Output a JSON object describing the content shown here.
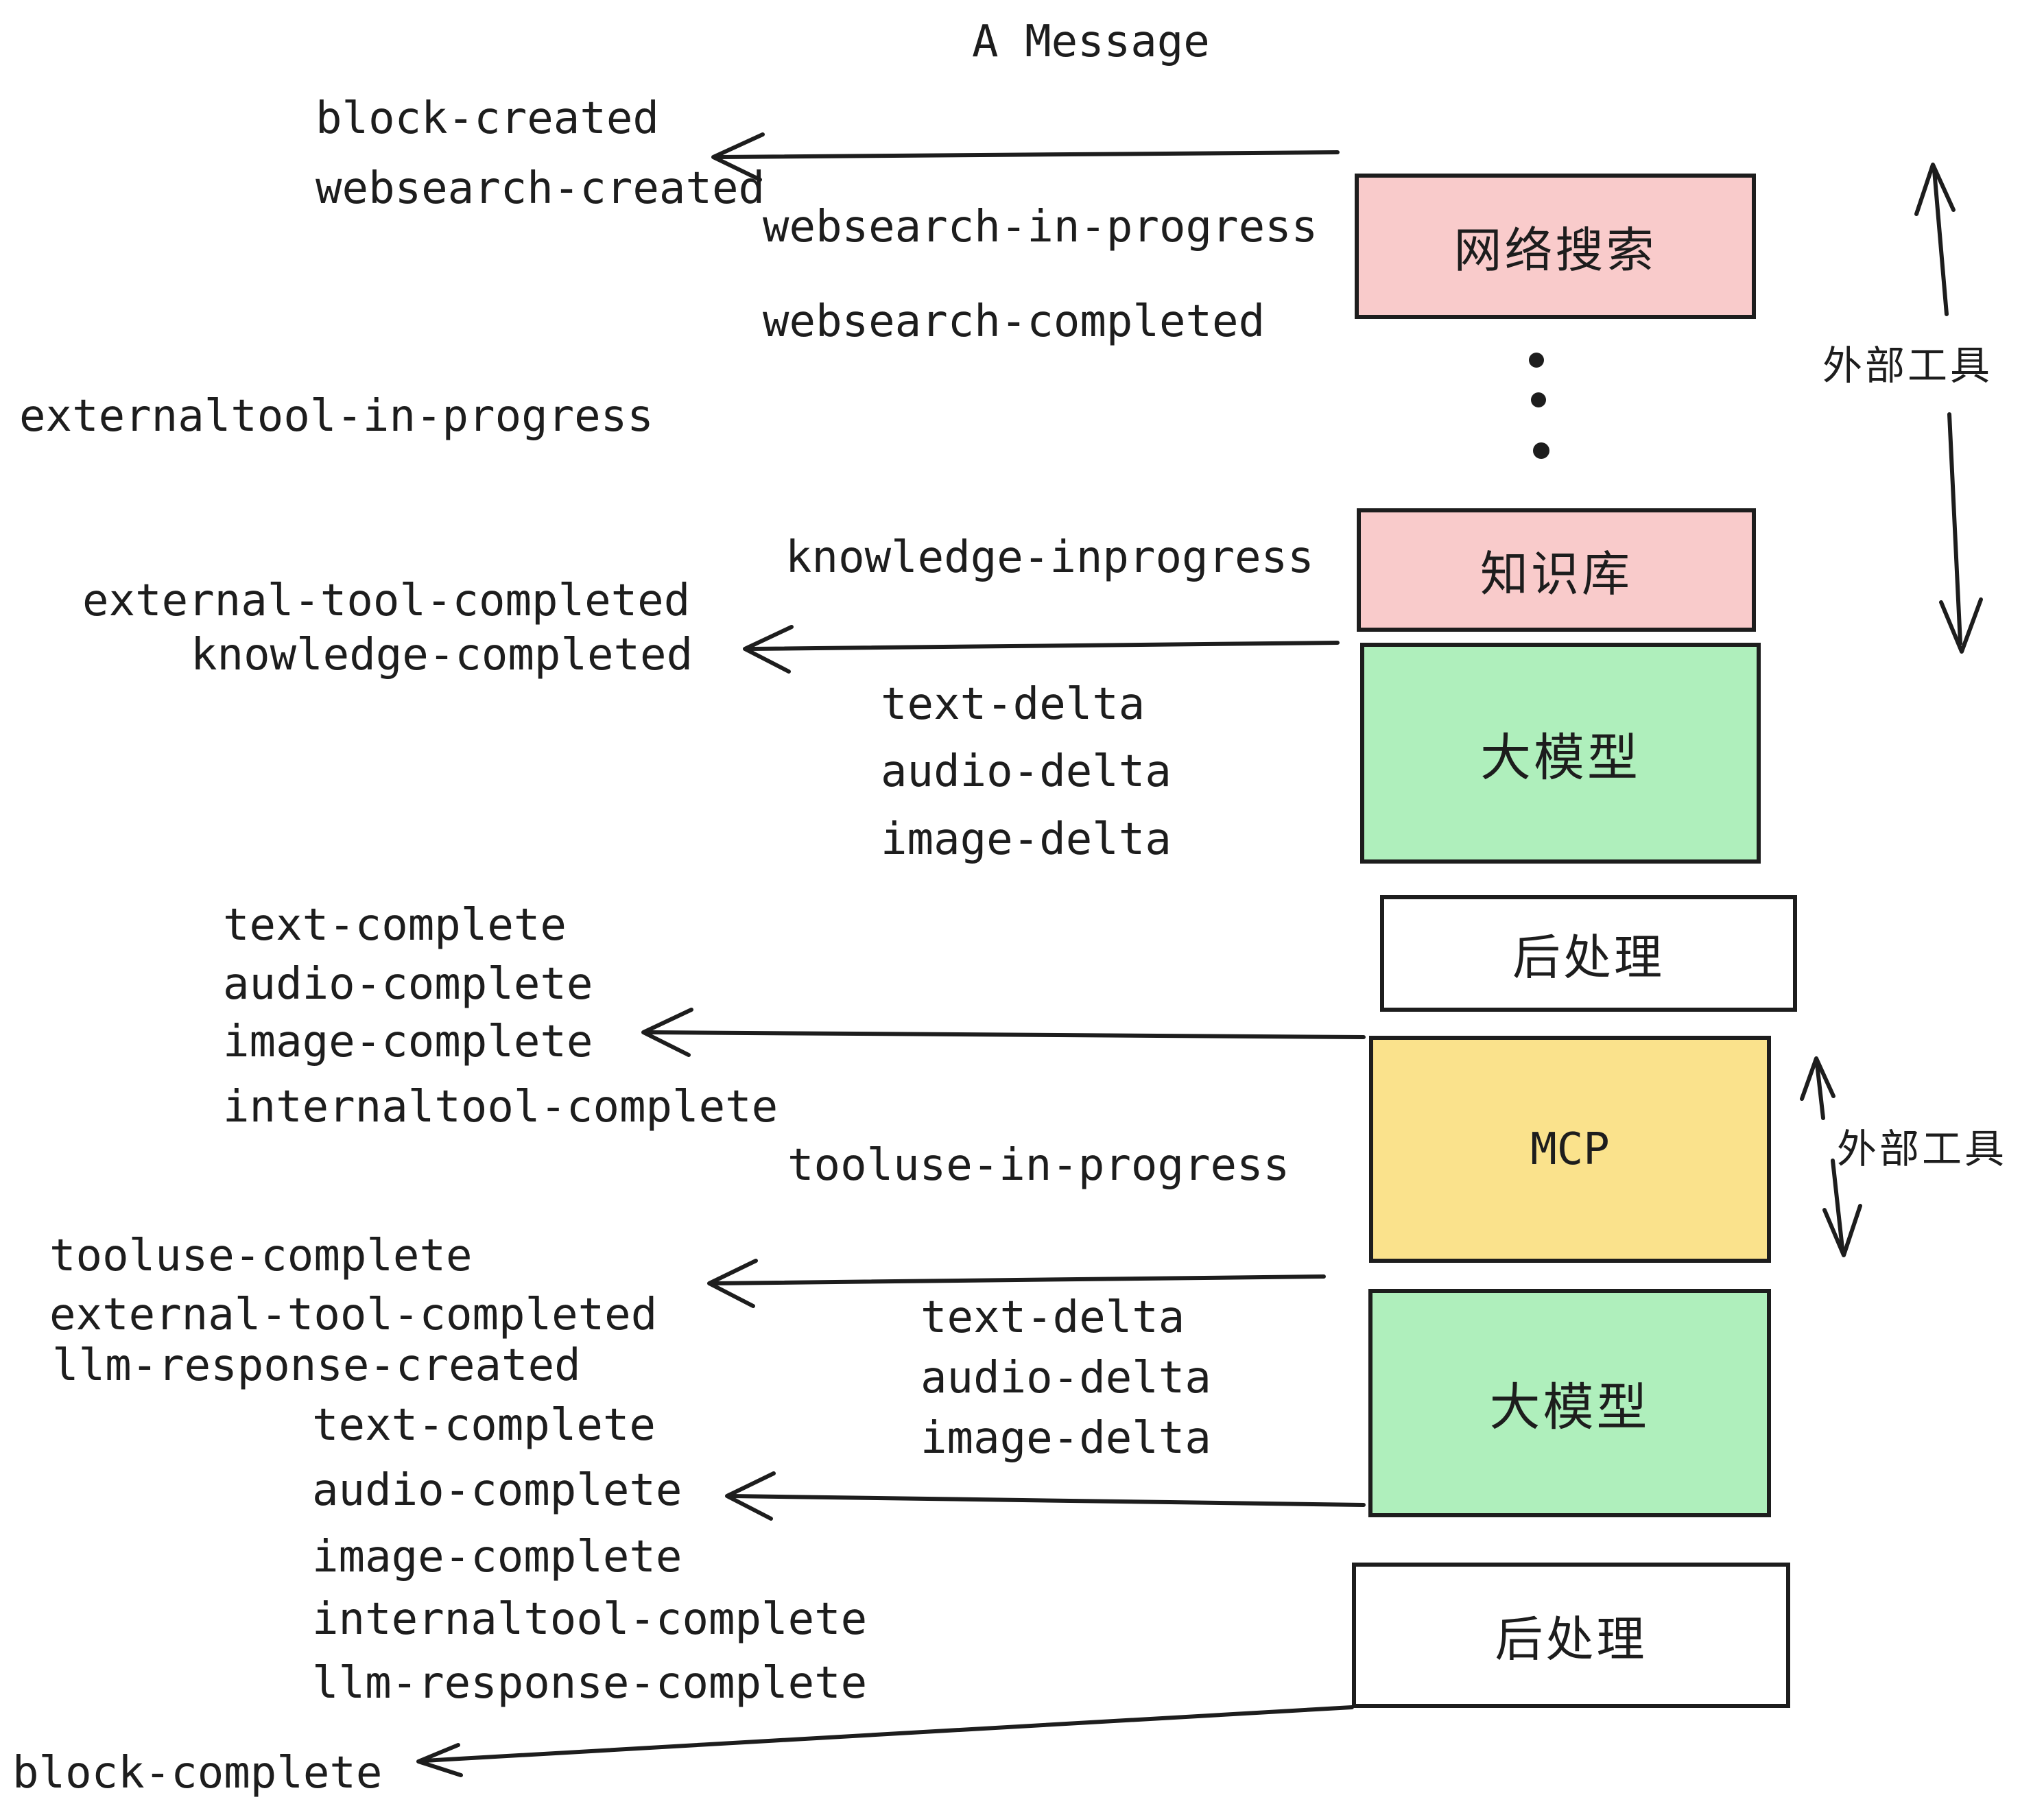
{
  "title": "A Message",
  "colors": {
    "pink": "#F9CBCB",
    "green": "#AFEFBC",
    "yellow": "#FAE28C",
    "white": "#FFFFFF",
    "ink": "#1D1D1D"
  },
  "boxes": [
    {
      "id": "websearch",
      "label": "网络搜索",
      "color": "#F9CBCB"
    },
    {
      "id": "knowledge",
      "label": "知识库",
      "color": "#F9CBCB"
    },
    {
      "id": "llm-1",
      "label": "大模型",
      "color": "#AFEFBC"
    },
    {
      "id": "postprocess-1",
      "label": "后处理",
      "color": "#FFFFFF"
    },
    {
      "id": "mcp",
      "label": "MCP",
      "color": "#FAE28C"
    },
    {
      "id": "llm-2",
      "label": "大模型",
      "color": "#AFEFBC"
    },
    {
      "id": "postprocess-2",
      "label": "后处理",
      "color": "#FFFFFF"
    }
  ],
  "side_labels": [
    {
      "text": "外部工具"
    },
    {
      "text": "外部工具"
    }
  ],
  "event_labels": [
    {
      "text": "block-created"
    },
    {
      "text": "websearch-created"
    },
    {
      "text": "websearch-in-progress"
    },
    {
      "text": "websearch-completed"
    },
    {
      "text": "externaltool-in-progress"
    },
    {
      "text": "knowledge-inprogress"
    },
    {
      "text": "external-tool-completed"
    },
    {
      "text": "knowledge-completed"
    },
    {
      "text": "text-delta"
    },
    {
      "text": "audio-delta"
    },
    {
      "text": "image-delta"
    },
    {
      "text": "text-complete"
    },
    {
      "text": "audio-complete"
    },
    {
      "text": "image-complete"
    },
    {
      "text": "internaltool-complete"
    },
    {
      "text": "tooluse-in-progress"
    },
    {
      "text": "tooluse-complete"
    },
    {
      "text": "external-tool-completed"
    },
    {
      "text": "llm-response-created"
    },
    {
      "text": "text-complete"
    },
    {
      "text": "audio-complete"
    },
    {
      "text": "image-complete"
    },
    {
      "text": "internaltool-complete"
    },
    {
      "text": "llm-response-complete"
    },
    {
      "text": "block-complete"
    },
    {
      "text": "text-delta"
    },
    {
      "text": "audio-delta"
    },
    {
      "text": "image-delta"
    }
  ]
}
